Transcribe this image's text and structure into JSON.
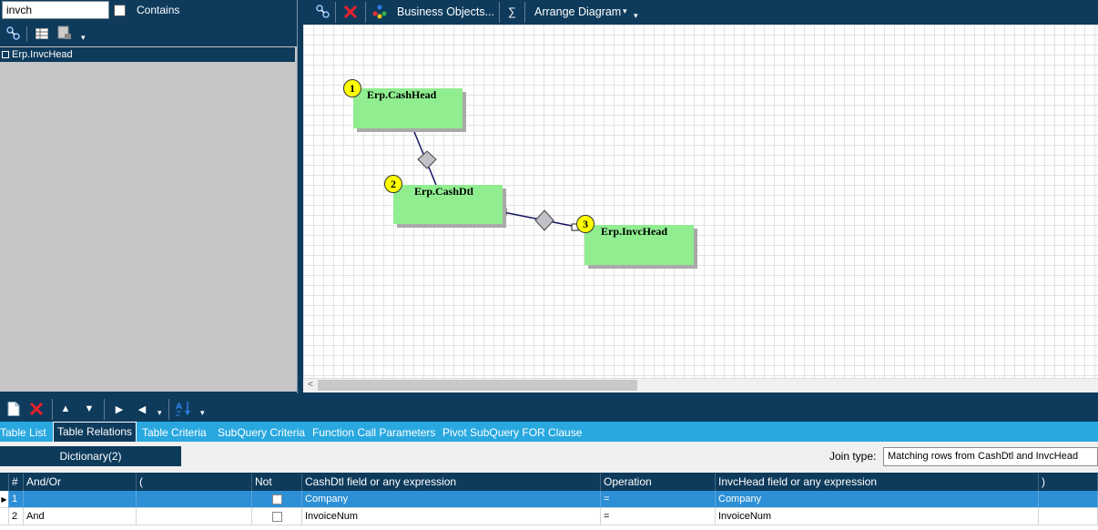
{
  "search": {
    "value": "invch",
    "contains_label": "Contains"
  },
  "tree": {
    "items": [
      {
        "label": "Erp.InvcHead"
      }
    ]
  },
  "toolbar": {
    "business_objects_label": "Business Objects...",
    "sigma_label": "∑",
    "arrange_label": "Arrange Diagram"
  },
  "diagram": {
    "tables": [
      {
        "num": "1",
        "name": "Erp.CashHead"
      },
      {
        "num": "2",
        "name": "Erp.CashDtl"
      },
      {
        "num": "3",
        "name": "Erp.InvcHead"
      }
    ]
  },
  "tabs": [
    {
      "label": "Table List",
      "active": false
    },
    {
      "label": "Table Relations",
      "active": true
    },
    {
      "label": "Table Criteria",
      "active": false
    },
    {
      "label": "SubQuery Criteria",
      "active": false
    },
    {
      "label": "Function Call Parameters",
      "active": false
    },
    {
      "label": "Pivot SubQuery FOR Clause",
      "active": false
    }
  ],
  "relations": {
    "dictionary_label": "Dictionary(2)",
    "join_label": "Join type:",
    "join_value": "Matching rows from CashDtl and InvcHead"
  },
  "grid": {
    "columns": [
      "#",
      "And/Or",
      "(",
      "Not",
      "CashDtl field or any expression",
      "Operation",
      "InvcHead field or any expression",
      ")"
    ],
    "rows": [
      {
        "num": "1",
        "andor": "",
        "open": "",
        "left": "Company",
        "op": "=",
        "right": "Company",
        "close": ""
      },
      {
        "num": "2",
        "andor": "And",
        "open": "",
        "left": "InvoiceNum",
        "op": "=",
        "right": "InvoiceNum",
        "close": ""
      }
    ]
  },
  "colors": {
    "navy": "#0e3b5c",
    "tab_strip": "#29a8e0",
    "table_fill": "#90ee90",
    "badge": "#ffff00",
    "selected_row": "#2d8fd5"
  }
}
